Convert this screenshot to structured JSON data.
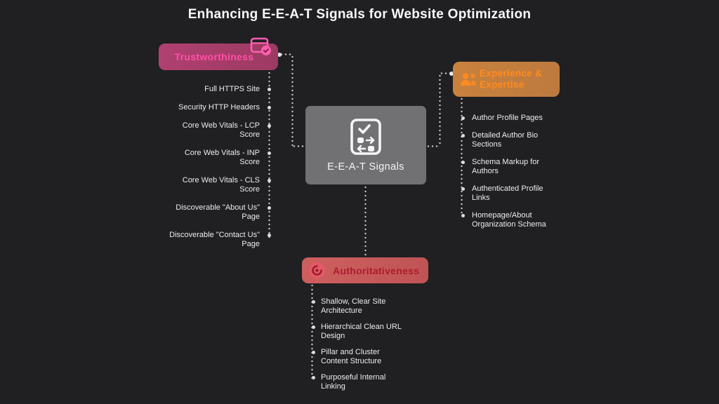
{
  "title": "Enhancing E-E-A-T Signals for Website Optimization",
  "center": {
    "label": "E-E-A-T Signals"
  },
  "branches": {
    "trustworthiness": {
      "label": "Trustworthiness",
      "icon": "secure-browser-check-icon",
      "accent_color": "#ff4fa8",
      "box_color": "#a63d68",
      "items": [
        "Full HTTPS Site",
        "Security HTTP Headers",
        "Core Web Vitals - LCP Score",
        "Core Web Vitals - INP Score",
        "Core Web Vitals - CLS Score",
        "Discoverable \"About Us\" Page",
        "Discoverable \"Contact Us\" Page"
      ]
    },
    "experience_expertise": {
      "label": "Experience & Expertise",
      "icon": "people-group-icon",
      "accent_color": "#ff8b1f",
      "box_color": "#c5803f",
      "items": [
        "Author Profile Pages",
        "Detailed Author Bio Sections",
        "Schema Markup for Authors",
        "Authenticated Profile Links",
        "Homepage/About Organization Schema"
      ]
    },
    "authoritativeness": {
      "label": "Authoritativeness",
      "icon": "swirl-circle-icon",
      "accent_color": "#ab1d2d",
      "box_color": "#c75b5b",
      "items": [
        "Shallow, Clear Site Architecture",
        "Hierarchical Clean URL Design",
        "Pillar and Cluster Content Structure",
        "Purposeful Internal Linking"
      ]
    }
  },
  "colors": {
    "background": "#202022",
    "center_box": "#717173",
    "text_primary": "#fafafa",
    "list_text": "#ececec",
    "connector": "#e8e8e8"
  }
}
